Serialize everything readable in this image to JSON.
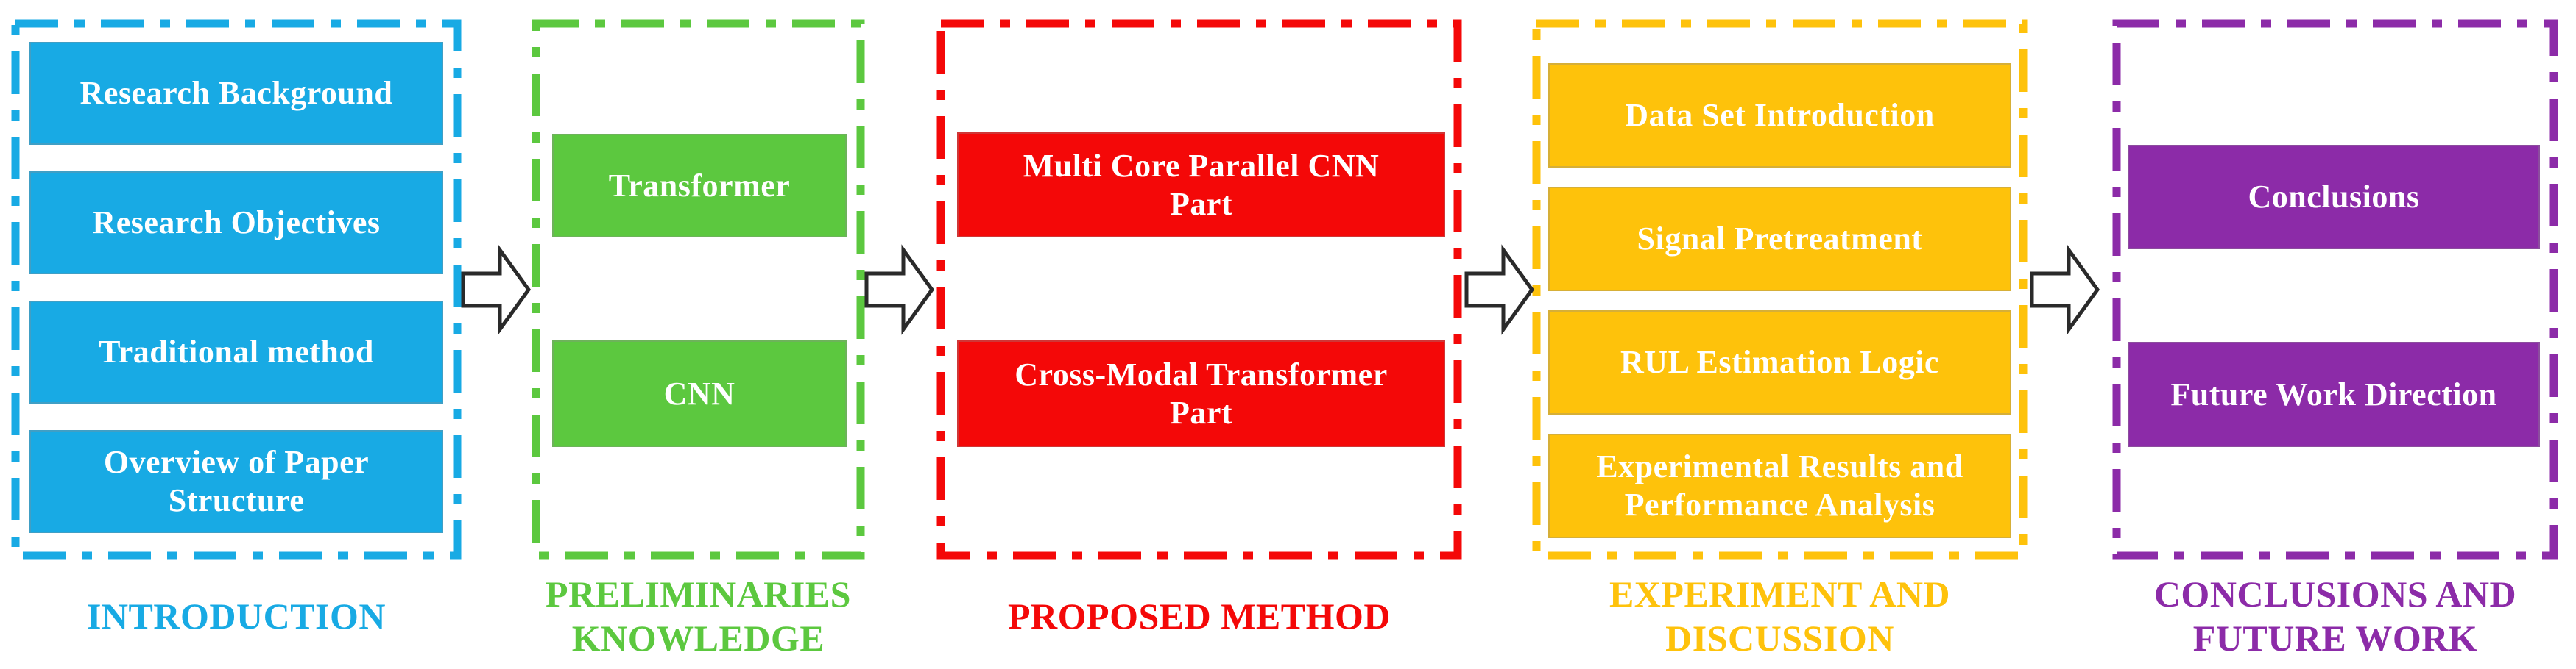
{
  "diagram": {
    "background": "#ffffff",
    "box_text_color": "#ffffff",
    "arrow": {
      "fill_color": "#ffffff",
      "outline_color": "#2a2a2a"
    }
  },
  "columns": [
    {
      "id": "introduction",
      "color": "#18aae4",
      "label_lines": [
        "INTRODUCTION"
      ],
      "boxes": [
        {
          "text": "Research Background"
        },
        {
          "text": "Research Objectives"
        },
        {
          "text": "Traditional method"
        },
        {
          "text": "Overview of Paper\nStructure"
        }
      ]
    },
    {
      "id": "preliminaries-knowledge",
      "color": "#5cc83f",
      "label_lines": [
        "PRELIMINARIES",
        "KNOWLEDGE"
      ],
      "boxes": [
        {
          "text": "Transformer"
        },
        {
          "text": "CNN"
        }
      ]
    },
    {
      "id": "proposed-method",
      "color": "#f40808",
      "label_lines": [
        "PROPOSED METHOD"
      ],
      "boxes": [
        {
          "text": "Multi Core Parallel CNN\nPart"
        },
        {
          "text": "Cross-Modal Transformer\nPart"
        }
      ]
    },
    {
      "id": "experiment-and-discussion",
      "color": "#fec20b",
      "label_lines": [
        "EXPERIMENT AND",
        "DISCUSSION"
      ],
      "boxes": [
        {
          "text": "Data Set Introduction"
        },
        {
          "text": "Signal Pretreatment"
        },
        {
          "text": "RUL Estimation Logic"
        },
        {
          "text": "Experimental Results and\nPerformance Analysis"
        }
      ]
    },
    {
      "id": "conclusions-and-future-work",
      "color": "#8c2ba8",
      "label_lines": [
        "CONCLUSIONS AND",
        "FUTURE WORK"
      ],
      "boxes": [
        {
          "text": "Conclusions"
        },
        {
          "text": "Future Work Direction"
        }
      ]
    }
  ]
}
